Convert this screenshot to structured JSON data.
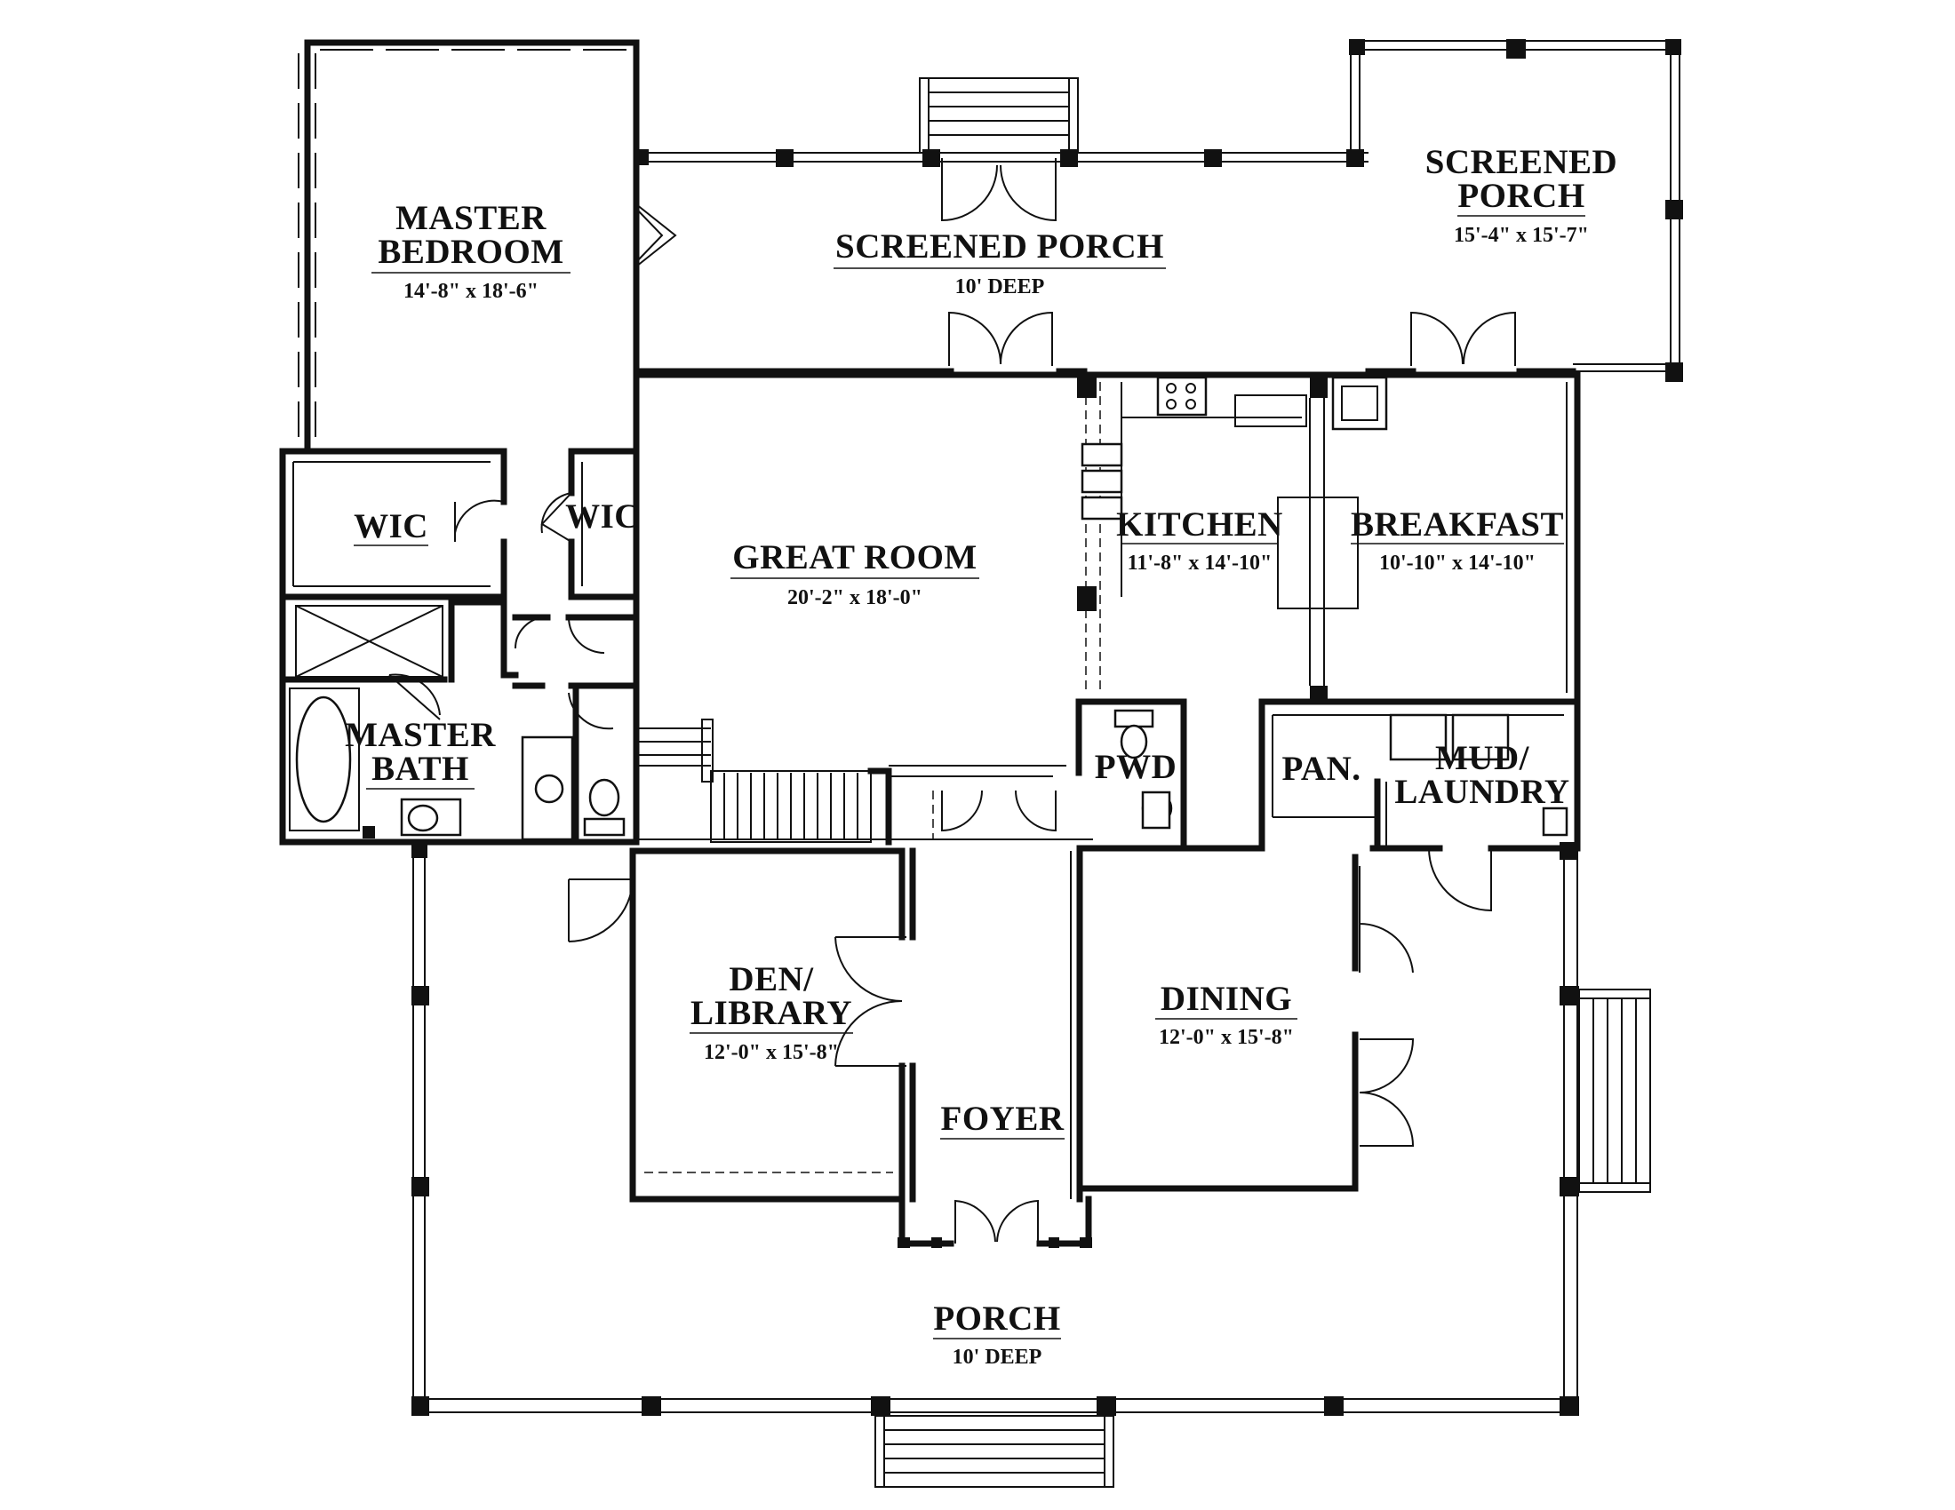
{
  "plan": {
    "rooms": {
      "master_bedroom": {
        "name_line1": "MASTER",
        "name_line2": "BEDROOM",
        "dims": "14'-8\" x 18'-6\""
      },
      "screened_porch_rear": {
        "name": "SCREENED PORCH",
        "dims": "10' DEEP"
      },
      "screened_porch_side": {
        "name_line1": "SCREENED",
        "name_line2": "PORCH",
        "dims": "15'-4\" x 15'-7\""
      },
      "wic_left": {
        "name": "WIC"
      },
      "wic_right": {
        "name": "WIC"
      },
      "great_room": {
        "name": "GREAT ROOM",
        "dims": "20'-2\" x 18'-0\""
      },
      "kitchen": {
        "name": "KITCHEN",
        "dims": "11'-8\" x 14'-10\""
      },
      "breakfast": {
        "name": "BREAKFAST",
        "dims": "10'-10\" x 14'-10\""
      },
      "master_bath": {
        "name_line1": "MASTER",
        "name_line2": "BATH"
      },
      "pwd": {
        "name": "PWD"
      },
      "pantry": {
        "name": "PAN."
      },
      "mud_laundry": {
        "name_line1": "MUD/",
        "name_line2": "LAUNDRY"
      },
      "den_library": {
        "name_line1": "DEN/",
        "name_line2": "LIBRARY",
        "dims": "12'-0\" x 15'-8\""
      },
      "dining": {
        "name": "DINING",
        "dims": "12'-0\" x 15'-8\""
      },
      "foyer": {
        "name": "FOYER"
      },
      "porch": {
        "name": "PORCH",
        "dims": "10' DEEP"
      }
    }
  }
}
